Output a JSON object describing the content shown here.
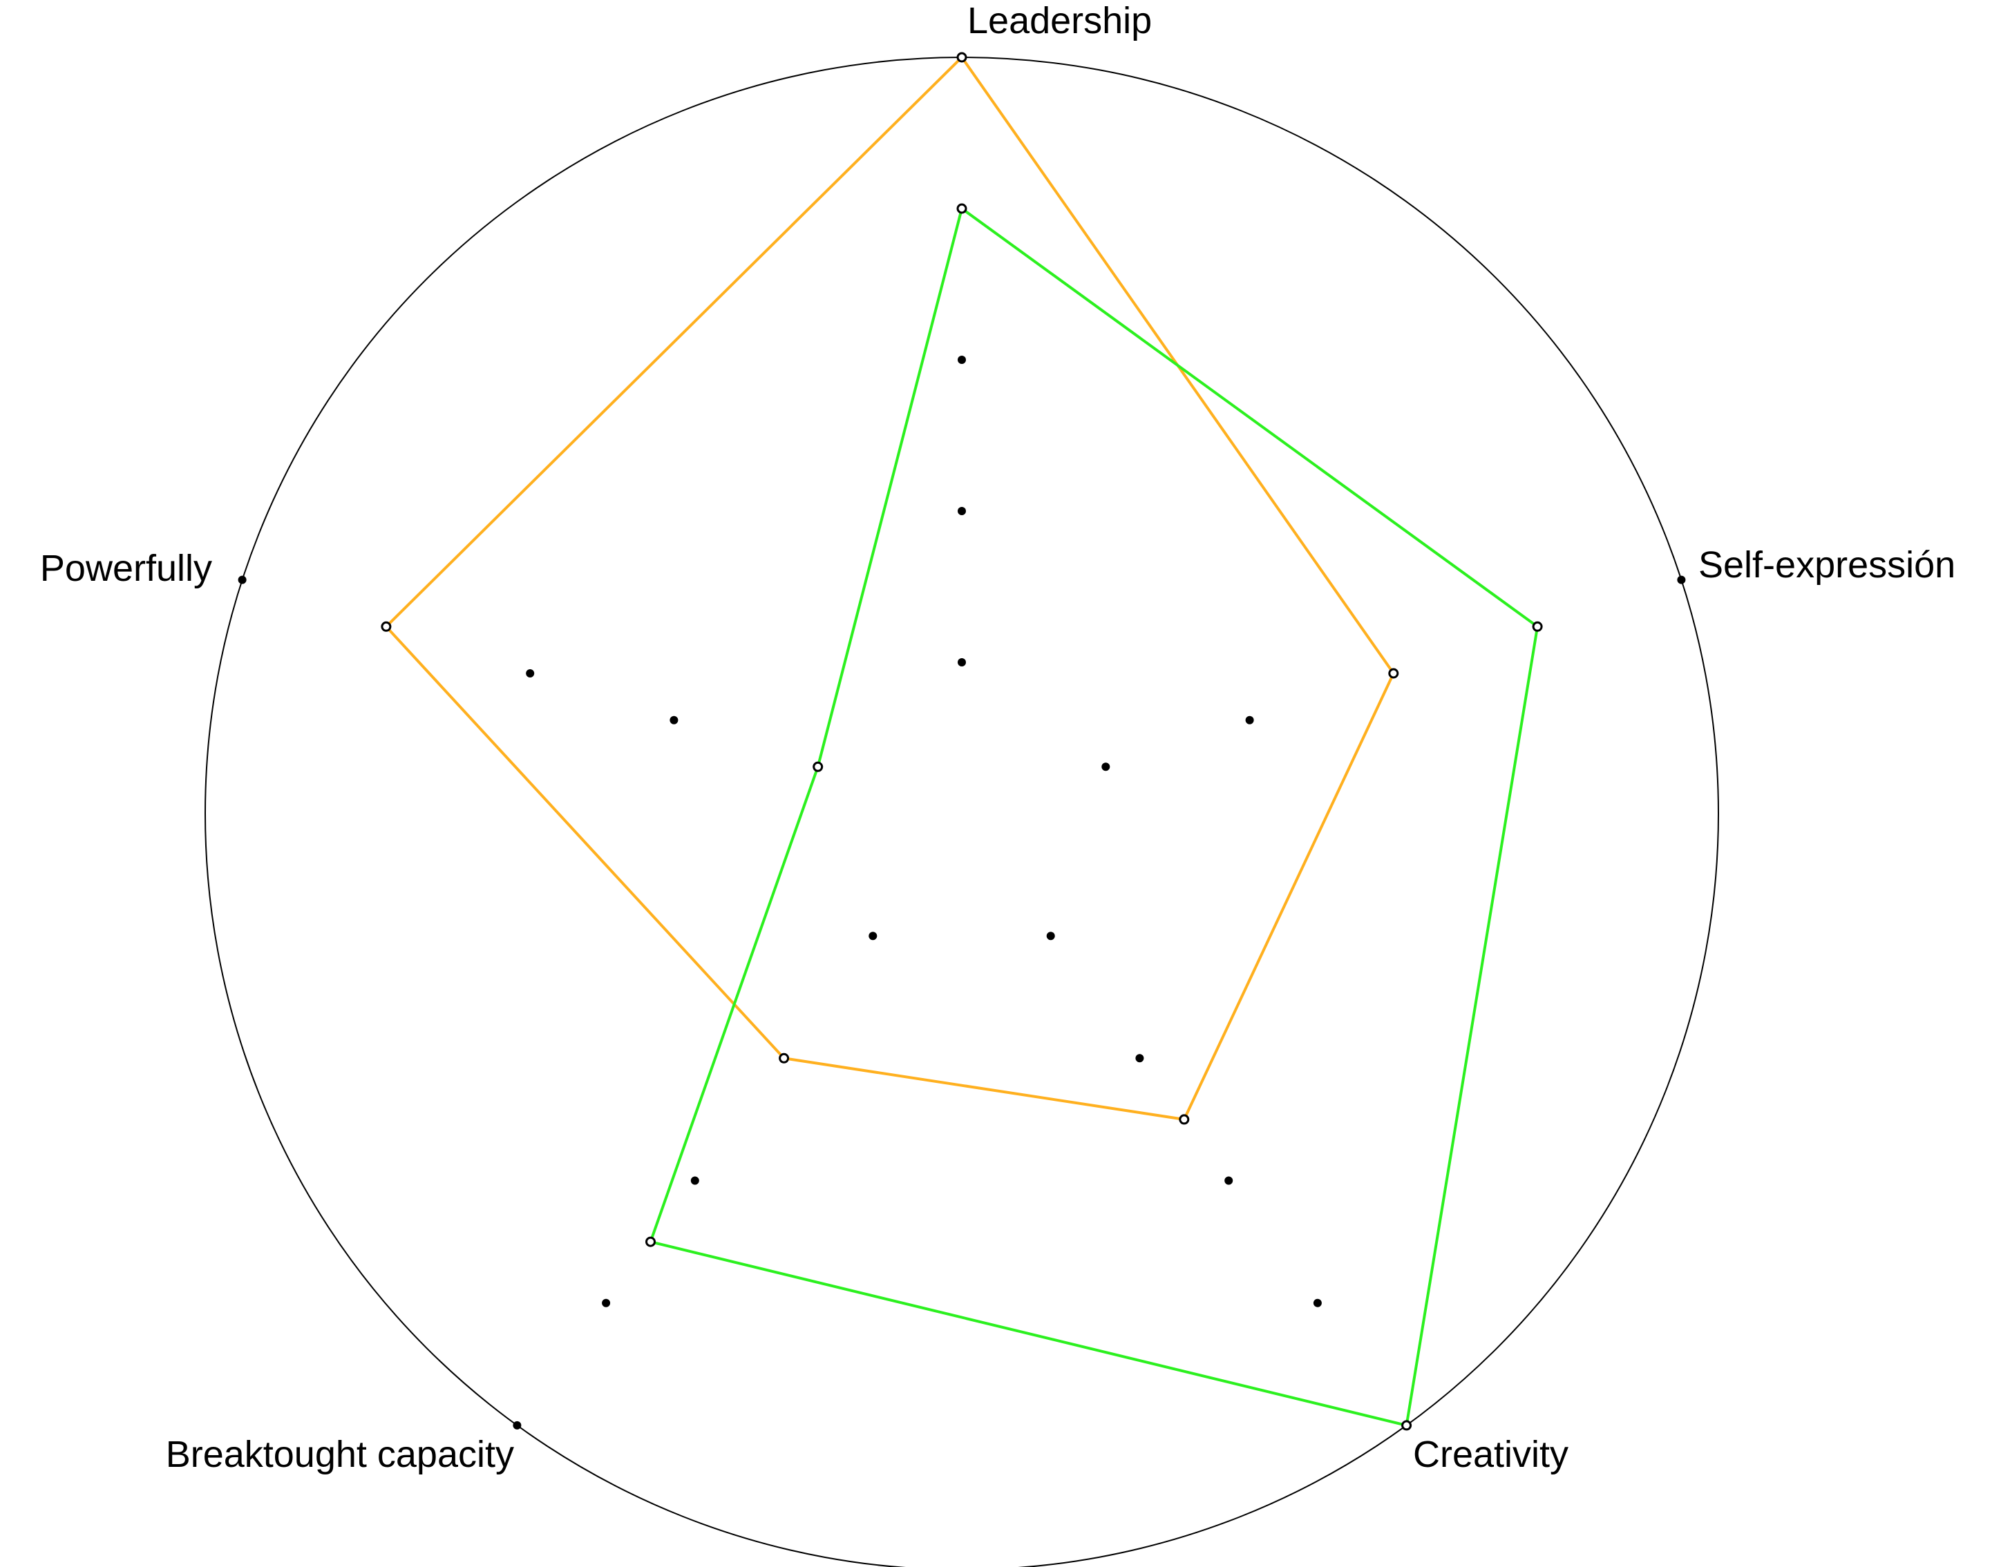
{
  "chart_data": {
    "type": "radar",
    "axes": [
      "Leadership",
      "Self-expressión",
      "Creativity",
      "Breaktought capacity",
      "Powerfully"
    ],
    "range": [
      0,
      5
    ],
    "levels": 5,
    "grid": "dots",
    "outer_ring": true,
    "legend": "none",
    "series": [
      {
        "color": "#ffb01f",
        "values": [
          5.0,
          3.0,
          2.5,
          2.0,
          4.0
        ]
      },
      {
        "color": "#2cf01f",
        "values": [
          4.0,
          4.0,
          5.0,
          3.5,
          1.0
        ]
      }
    ]
  }
}
